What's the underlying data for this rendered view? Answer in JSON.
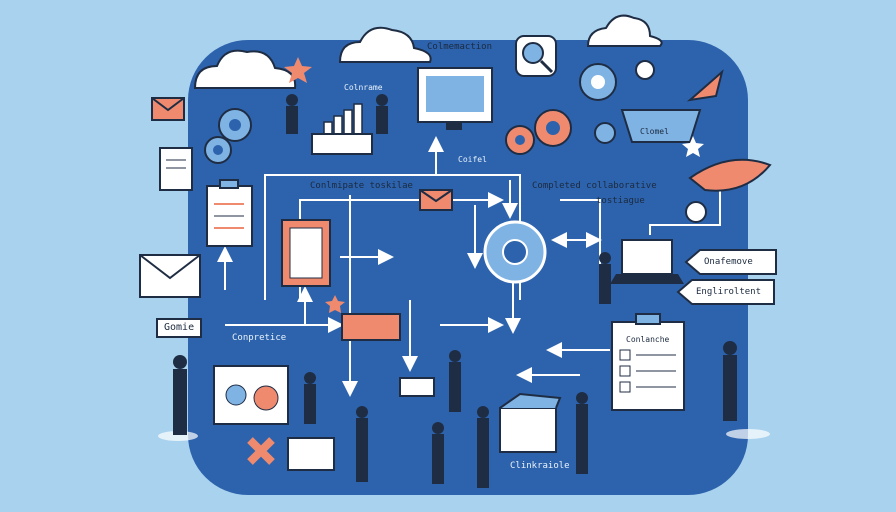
{
  "labels": {
    "top_center": "Colmemaction",
    "top_left": "Colnrame",
    "monitor_box": "Clomel",
    "center_small": "Coifel",
    "left_heading": "Conlmipate toskilae",
    "right_heading_line1": "Completed collaborative",
    "right_heading_line2": "tostiague",
    "left_tag": "Gomie",
    "left_mid": "Conpretice",
    "right_tag_1": "Onafemove",
    "right_tag_2": "Engliroltent",
    "clipboard_right": "Conlanche",
    "bottom_center": "Clinkraiole"
  },
  "colors": {
    "background": "#a9d2ee",
    "board_blue": "#2d63ad",
    "accent_orange": "#f08a6e",
    "light_blue": "#7fb3e3",
    "outline": "#1f2d44"
  },
  "icons": [
    "cloud-icon",
    "gear-icon",
    "envelope-icon",
    "clipboard-icon",
    "monitor-icon",
    "laptop-icon",
    "arrow-icon",
    "rocket-icon",
    "star-icon",
    "magnifier-icon",
    "pen-icon",
    "box-icon",
    "person-icon"
  ]
}
